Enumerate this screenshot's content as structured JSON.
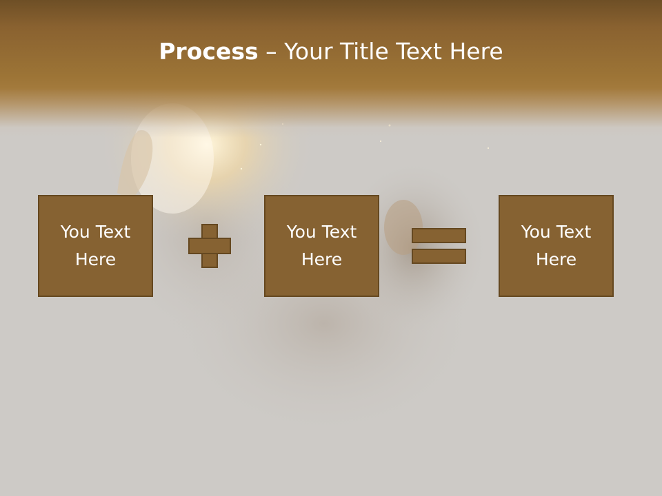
{
  "slide": {
    "title_bold": "Process",
    "title_rest": " – Your Title Text Here",
    "boxes": [
      {
        "text": "You Text Here"
      },
      {
        "text": "You Text Here"
      },
      {
        "text": "You Text Here"
      }
    ],
    "operators": [
      "plus-icon",
      "equals-icon"
    ]
  },
  "colors": {
    "title_band": "#9c7436",
    "box_fill": "#866232",
    "box_border": "#654820",
    "background": "#cdcac6",
    "text": "#ffffff"
  }
}
